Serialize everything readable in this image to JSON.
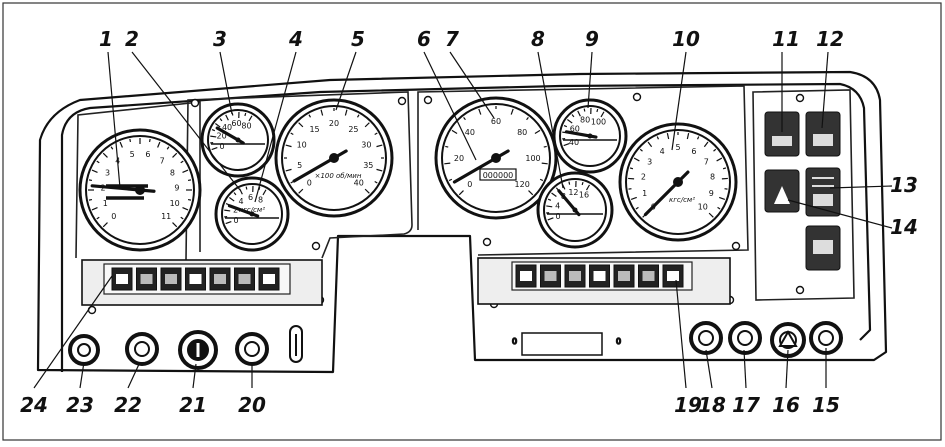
{
  "callouts": [
    "1",
    "2",
    "3",
    "4",
    "5",
    "6",
    "7",
    "8",
    "9",
    "10",
    "11",
    "12",
    "13",
    "14",
    "15",
    "16",
    "17",
    "18",
    "19",
    "20",
    "21",
    "22",
    "23",
    "24"
  ],
  "gauges": {
    "g1": {
      "ticks": [
        "0",
        "1",
        "2",
        "3",
        "4",
        "5",
        "6",
        "7",
        "8",
        "9",
        "10",
        "11"
      ]
    },
    "g3": {
      "ticks": [
        "0",
        "20",
        "40",
        "60",
        "80"
      ]
    },
    "g4": {
      "ticks": [
        "0",
        "2",
        "4",
        "6",
        "8"
      ],
      "unit": "кгс/см²"
    },
    "g5": {
      "ticks": [
        "0",
        "5",
        "10",
        "15",
        "20",
        "25",
        "30",
        "35",
        "40"
      ],
      "unit": "×100 об/мин"
    },
    "g7": {
      "ticks": [
        "0",
        "20",
        "40",
        "60",
        "80",
        "100",
        "120"
      ]
    },
    "g8": {
      "ticks": [
        "0",
        "4",
        "8",
        "12",
        "16"
      ]
    },
    "g9": {
      "ticks": [
        "40",
        "60",
        "80",
        "100"
      ]
    },
    "g10": {
      "ticks": [
        "0",
        "1",
        "2",
        "3",
        "4",
        "5",
        "6",
        "7",
        "8",
        "9",
        "10"
      ],
      "unit": "кгс/см²"
    }
  },
  "odometer": "000000"
}
